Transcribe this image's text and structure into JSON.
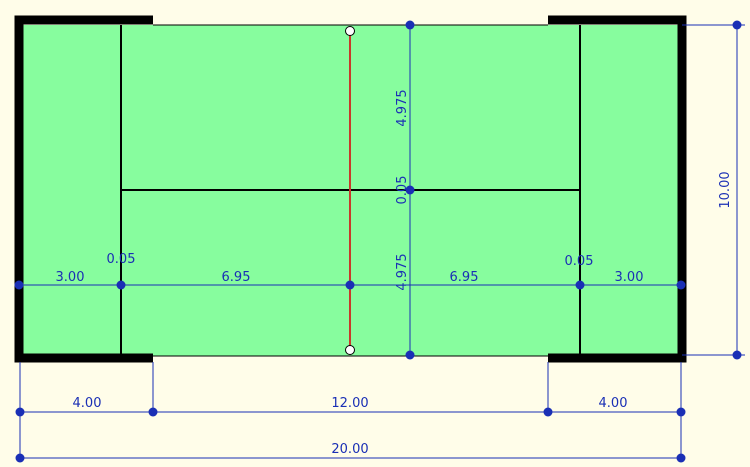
{
  "colors": {
    "background": "#fffde9",
    "court": "#87fd9e",
    "walls": "#000000",
    "court_lines": "#000000",
    "net": "#c83a2a",
    "dimension": "#1a2fb5"
  },
  "court": {
    "length": 20.0,
    "width": 10.0,
    "service_line_distance_from_net": 6.95,
    "service_box_width": 4.975,
    "back_zone_depth": 3.0,
    "back_wall_side_segment": 4.0,
    "middle_open_segment": 12.0
  },
  "dimensions": {
    "overall_length": "20.00",
    "side_left": "4.00",
    "side_middle": "12.00",
    "side_right": "4.00",
    "width": "10.00",
    "back_left": "3.00",
    "back_right": "3.00",
    "service_left": "6.95",
    "service_right": "6.95",
    "line_left": "0.05",
    "line_right": "0.05",
    "box_top": "4.975",
    "box_bottom": "4.975",
    "center_line": "0.05"
  }
}
